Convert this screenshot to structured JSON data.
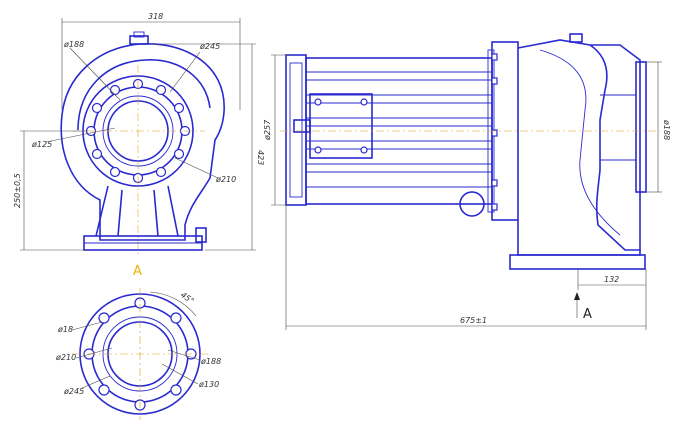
{
  "colors": {
    "outline": "#2a2ad0",
    "dimension": "#4a4a4a",
    "centerline": "#e0a020",
    "view_label_a": "#e8b400",
    "view_label_b": "#222222"
  },
  "front_view": {
    "width_dim": "318",
    "d188": "ø188",
    "d245": "ø245",
    "d125": "ø125",
    "d210": "ø210",
    "height_dim": "423",
    "axis_dim": "250±0,5"
  },
  "side_view": {
    "d257": "ø257",
    "d188": "ø188",
    "dim_132": "132",
    "length_dim": "675±1",
    "view_mark": "A"
  },
  "flange_view": {
    "label": "A",
    "angle": "45°",
    "d18": "ø18",
    "d210": "ø210",
    "d188": "ø188",
    "d130": "ø130",
    "d245": "ø245"
  }
}
